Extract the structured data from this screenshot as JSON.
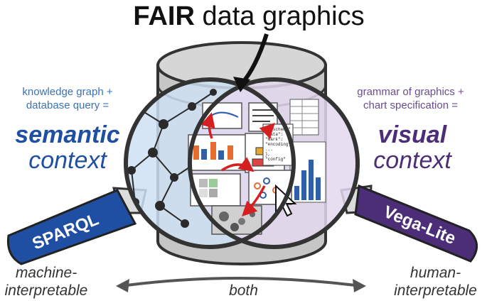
{
  "title": {
    "bold": "FAIR",
    "rest": " data graphics"
  },
  "left": {
    "caption_line1": "knowledge graph +",
    "caption_line2": "database query =",
    "big_line1": "semantic",
    "big_line2": "context",
    "handle_label": "SPARQL"
  },
  "right": {
    "caption_line1": "grammar of graphics +",
    "caption_line2": "chart specification =",
    "big_line1": "visual",
    "big_line2": "context",
    "handle_label": "Vega-Lite"
  },
  "bottom": {
    "left_line1": "machine-",
    "left_line2": "interpretable",
    "middle": "both",
    "right_line1": "human-",
    "right_line2": "interpretable"
  },
  "code_snippet": [
    "{\"$schema\"",
    "\"data\":",
    "\"mark\":",
    "\"encoding\"",
    "...",
    "},",
    "\"config\""
  ],
  "colors": {
    "semantic_blue": "#1f4fa3",
    "semantic_light": "#3b73b8",
    "visual_purple": "#4b2d78",
    "visual_light": "#6a4d8f",
    "arrow_red": "#d42020",
    "cylinder_gray": "#bdbdbd"
  },
  "icons": [
    "magnifying-glass-icon",
    "database-cylinder-icon",
    "cursor-icon",
    "knowledge-graph-icon"
  ]
}
